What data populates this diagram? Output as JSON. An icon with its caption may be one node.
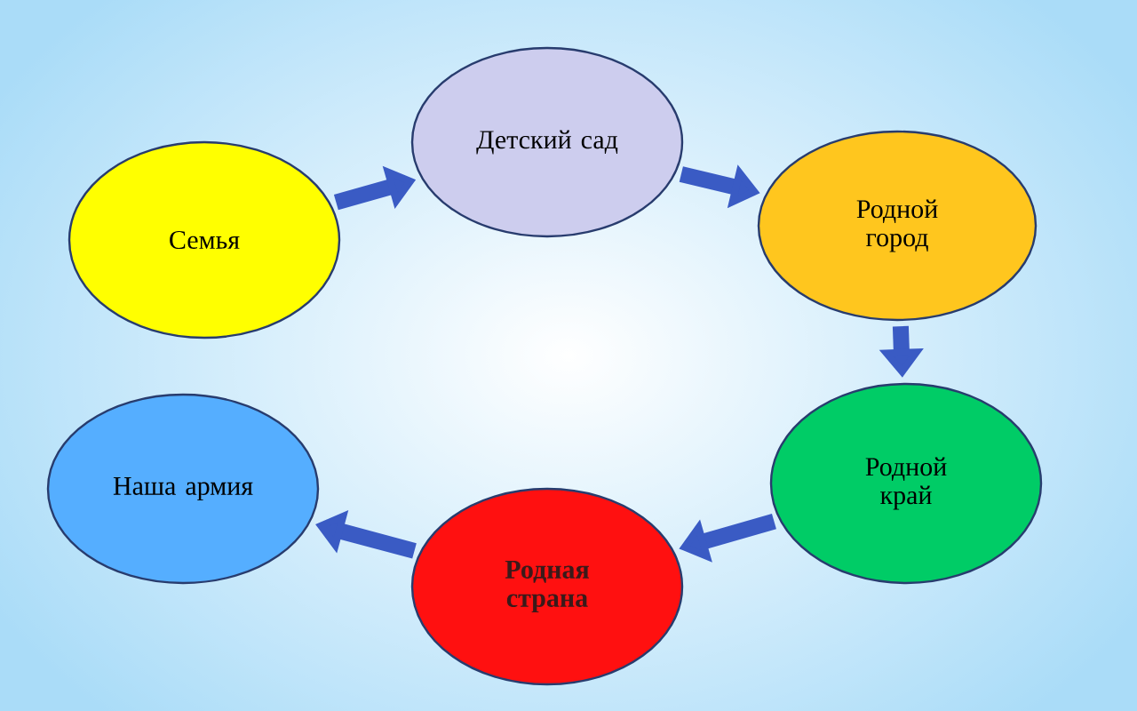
{
  "diagram": {
    "nodes": [
      {
        "text": [
          "Семья"
        ]
      },
      {
        "text": [
          "Детский сад"
        ]
      },
      {
        "text": [
          "Родной город"
        ]
      },
      {
        "text": [
          "Родной край"
        ]
      },
      {
        "text": [
          "Родная страна"
        ]
      },
      {
        "text": [
          "Наша армия"
        ]
      }
    ],
    "edges": [
      {
        "from": 0,
        "to": 1,
        "arrow": "to"
      },
      {
        "from": 1,
        "to": 2,
        "arrow": "to"
      },
      {
        "from": 2,
        "to": 3,
        "arrow": "to"
      },
      {
        "from": 3,
        "to": 4,
        "arrow": "to"
      },
      {
        "from": 4,
        "to": 5,
        "arrow": "to"
      }
    ]
  }
}
